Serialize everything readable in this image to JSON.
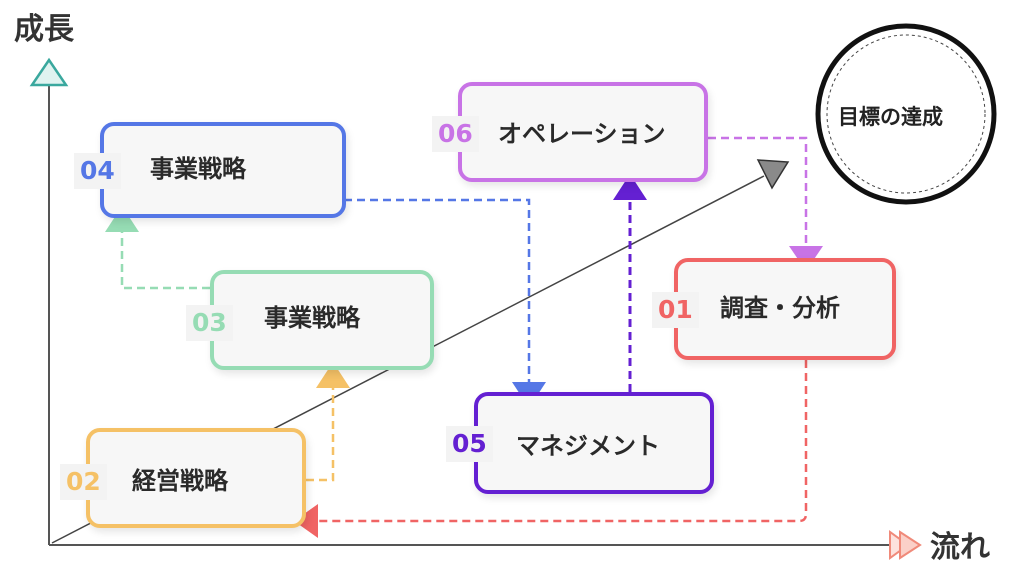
{
  "axes": {
    "y_label": "成長",
    "x_label": "流れ"
  },
  "goal": {
    "label": "目標の達成"
  },
  "steps": [
    {
      "num": "01",
      "label": "調査・分析",
      "color": "#f06464"
    },
    {
      "num": "02",
      "label": "経営戦略",
      "color": "#f5c166"
    },
    {
      "num": "03",
      "label": "事業戦略",
      "color": "#96dcb4"
    },
    {
      "num": "04",
      "label": "事業戦略",
      "color": "#5577e6"
    },
    {
      "num": "05",
      "label": "マネジメント",
      "color": "#6420d2"
    },
    {
      "num": "06",
      "label": "オペレーション",
      "color": "#c873e6"
    }
  ],
  "colors": {
    "axis": "#555555",
    "trend": "#444444",
    "y_arrow": "#3aa89e",
    "x_arrow": "#f08a7a"
  }
}
